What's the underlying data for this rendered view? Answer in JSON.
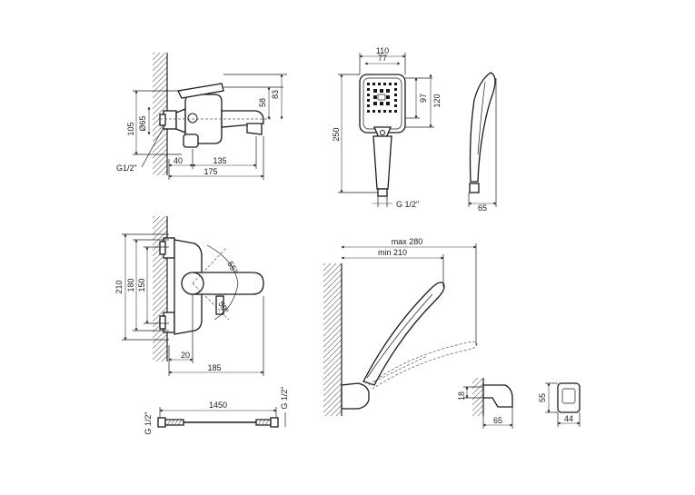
{
  "views": {
    "mixer_side": {
      "h105": "105",
      "d65": "Ø65",
      "h58": "58",
      "h83": "83",
      "w40": "40",
      "w135": "135",
      "w175": "175",
      "thread": "G1/2\""
    },
    "shower_head": {
      "w110": "110",
      "w77": "77",
      "h97": "97",
      "h120": "120",
      "h250": "250",
      "thread": "G 1/2\"",
      "w65": "65"
    },
    "mixer_top": {
      "h210": "210",
      "h180": "180",
      "h150": "150",
      "a55": "55°",
      "a50": "50°",
      "w20": "20",
      "w185": "185"
    },
    "holder": {
      "max280": "max 280",
      "min210": "min 210",
      "h18": "18",
      "w65": "65",
      "h55": "55",
      "w44": "44"
    },
    "hose": {
      "thread_left": "G 1/2\"",
      "length": "1450",
      "thread_right": "G 1/2\""
    }
  }
}
